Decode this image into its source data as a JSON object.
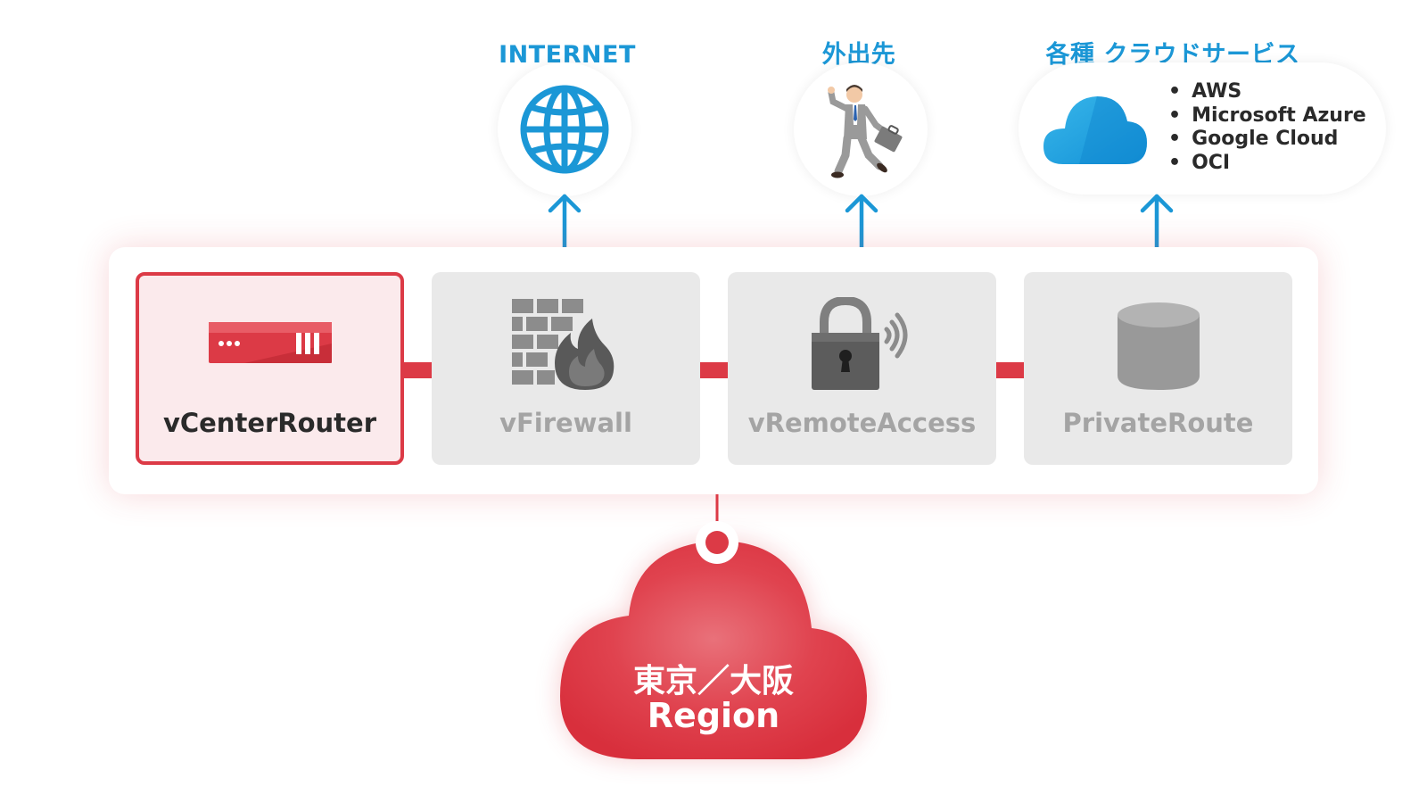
{
  "top_nodes": {
    "internet": {
      "label": "INTERNET",
      "icon": "globe-icon"
    },
    "remote": {
      "label": "外出先",
      "icon": "businessman-icon"
    },
    "cloud_services": {
      "label": "各種 クラウドサービス",
      "icon": "cloud-icon",
      "providers": [
        "AWS",
        "Microsoft Azure",
        "Google Cloud",
        "OCI"
      ]
    }
  },
  "services": [
    {
      "label": "vCenterRouter",
      "icon": "router-icon",
      "active": true
    },
    {
      "label": "vFirewall",
      "icon": "firewall-icon",
      "active": false
    },
    {
      "label": "vRemoteAccess",
      "icon": "lock-wireless-icon",
      "active": false
    },
    {
      "label": "PrivateRoute",
      "icon": "database-icon",
      "active": false
    }
  ],
  "region": {
    "line1": "東京／大阪",
    "line2": "Region"
  },
  "colors": {
    "accent_red": "#dc3a46",
    "arrow_blue": "#1b97d6",
    "inactive_gray": "#a4a4a4"
  }
}
